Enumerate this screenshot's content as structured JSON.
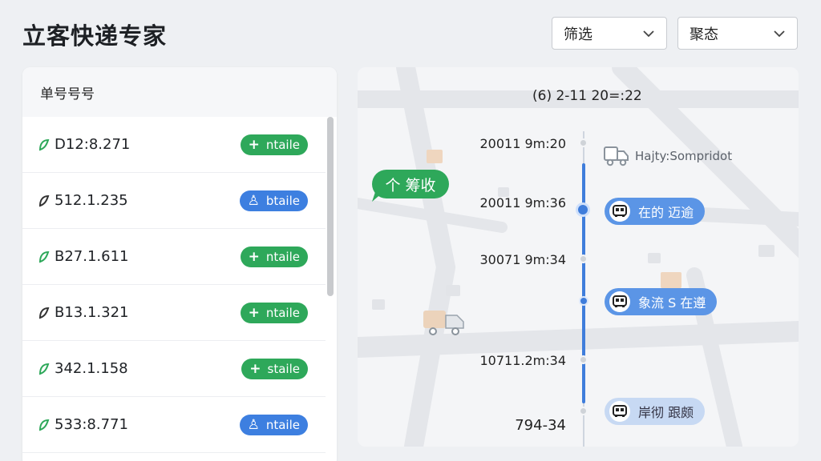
{
  "app": {
    "title": "立客快递专家"
  },
  "filters": {
    "filter_label": "筛选",
    "status_label": "聚态"
  },
  "orders": {
    "header": "单号号号",
    "rows": [
      {
        "id": "D12:8.271",
        "badge": "ntaile",
        "badge_glyph": "+",
        "badge_color": "#2ea85a",
        "icon_color": "#2ea85a"
      },
      {
        "id": "512.1.235",
        "badge": "btaile",
        "badge_glyph": "♙",
        "badge_color": "#3d7fe0",
        "icon_color": "#333333"
      },
      {
        "id": "B27.1.611",
        "badge": "ntaile",
        "badge_glyph": "+",
        "badge_color": "#2ea85a",
        "icon_color": "#2ea85a"
      },
      {
        "id": "B13.1.321",
        "badge": "ntaile",
        "badge_glyph": "+",
        "badge_color": "#2ea85a",
        "icon_color": "#333333"
      },
      {
        "id": "342.1.158",
        "badge": "staile",
        "badge_glyph": "+",
        "badge_color": "#2ea85a",
        "icon_color": "#2ea85a"
      },
      {
        "id": "533:8.771",
        "badge": "ntaile",
        "badge_glyph": "♙",
        "badge_color": "#3d7fe0",
        "icon_color": "#2ea85a"
      }
    ]
  },
  "timeline": {
    "header": "(6) 2-11 20=:22",
    "pickup_label": "个 筹收",
    "times": [
      "20011 9m:20",
      "20011 9m:36",
      "30071 9m:34",
      "",
      "10711.2m:34",
      "794-34"
    ],
    "plain_event": "Hajty:Sompridot",
    "events": [
      {
        "label": "在的 迈逾"
      },
      {
        "label": "象流 S 在遵"
      },
      {
        "label": "岸彻 跟颇"
      }
    ]
  },
  "colors": {
    "accent_blue": "#3f7ddb",
    "accent_green": "#2ea85a"
  }
}
